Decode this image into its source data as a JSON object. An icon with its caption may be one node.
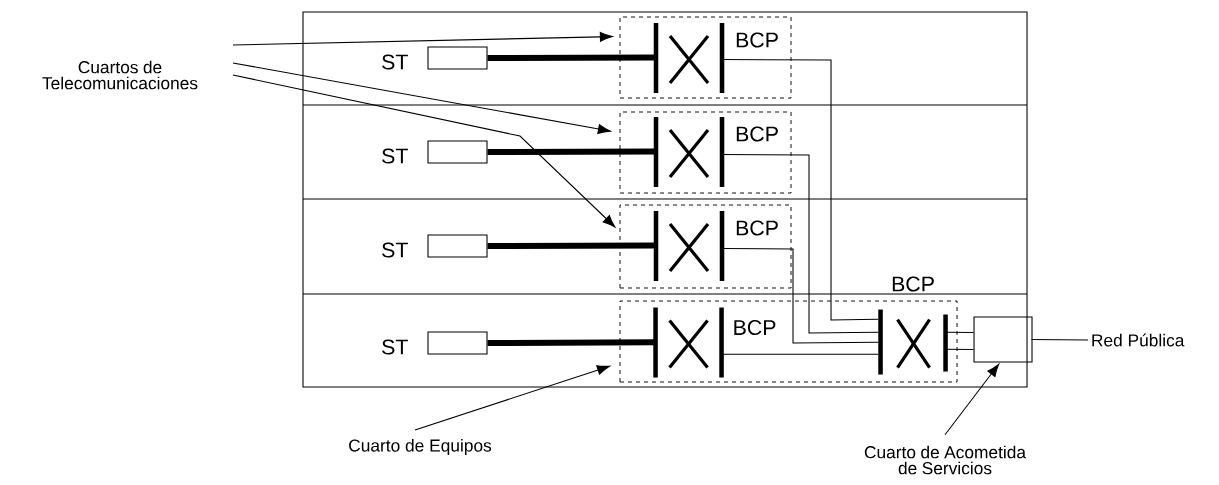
{
  "diagram": {
    "nodes": [
      {
        "text": [
          "Cuartos de Telecomunicaciones"
        ]
      },
      {
        "text": [
          "Cuarto de Equipos"
        ]
      },
      {
        "text": [
          "Cuarto de Acometida de Servicios"
        ]
      },
      {
        "text": [
          "Red Pública"
        ]
      },
      {
        "text": [],
        "shape": "box",
        "beside": [
          "ST"
        ]
      },
      {
        "text": [],
        "shape": "box",
        "beside": [
          "ST"
        ]
      },
      {
        "text": [],
        "shape": "box",
        "beside": [
          "ST"
        ]
      },
      {
        "text": [],
        "shape": "box",
        "beside": [
          "ST"
        ]
      },
      {
        "text": [
          "BCP"
        ]
      },
      {
        "text": [
          "BCP"
        ]
      },
      {
        "text": [
          "BCP"
        ]
      },
      {
        "text": [
          "BCP"
        ]
      },
      {
        "text": [
          "BCP"
        ],
        "in": 11
      },
      {
        "text": [],
        "shape": "bar",
        "in": 11
      },
      {
        "text": [],
        "shape": "box"
      }
    ],
    "edges": [
      {
        "from": 0,
        "to": 8,
        "arrow": "to"
      },
      {
        "from": 0,
        "to": 9,
        "arrow": "to"
      },
      {
        "from": 0,
        "to": 10,
        "arrow": "to"
      },
      {
        "from": 1,
        "to": 11,
        "arrow": "to"
      },
      {
        "from": 2,
        "to": 14,
        "arrow": "to"
      },
      {
        "from": 4,
        "to": 8,
        "arrow": "none",
        "style": "thick"
      },
      {
        "from": 5,
        "to": 9,
        "arrow": "none",
        "style": "thick"
      },
      {
        "from": 6,
        "to": 10,
        "arrow": "none",
        "style": "thick"
      },
      {
        "from": 7,
        "to": 12,
        "arrow": "none",
        "style": "thick"
      },
      {
        "from": 8,
        "to": 13,
        "arrow": "none"
      },
      {
        "from": 9,
        "to": 13,
        "arrow": "none"
      },
      {
        "from": 10,
        "to": 13,
        "arrow": "none"
      },
      {
        "from": 12,
        "to": 13,
        "arrow": "none"
      },
      {
        "from": 13,
        "to": 14,
        "arrow": "none"
      },
      {
        "from": 13,
        "to": 14,
        "arrow": "none"
      },
      {
        "from": 14,
        "to": 3,
        "arrow": "none"
      }
    ]
  }
}
